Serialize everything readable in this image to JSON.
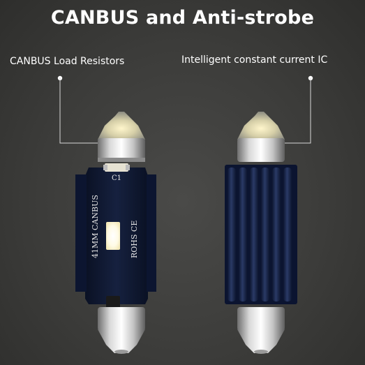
{
  "title": "CANBUS and Anti-strobe",
  "callouts": {
    "left": "CANBUS Load Resistors",
    "right": "Intelligent constant current IC"
  },
  "pcb_markings": {
    "component": "C1",
    "model": "41MM CANBUS",
    "cert": "ROHS CE"
  },
  "colors": {
    "background": "#3c3c3a",
    "pcb": "#0f1830",
    "heatsink": "#1b2848",
    "led": "#fffbe6",
    "text": "#ffffff"
  }
}
